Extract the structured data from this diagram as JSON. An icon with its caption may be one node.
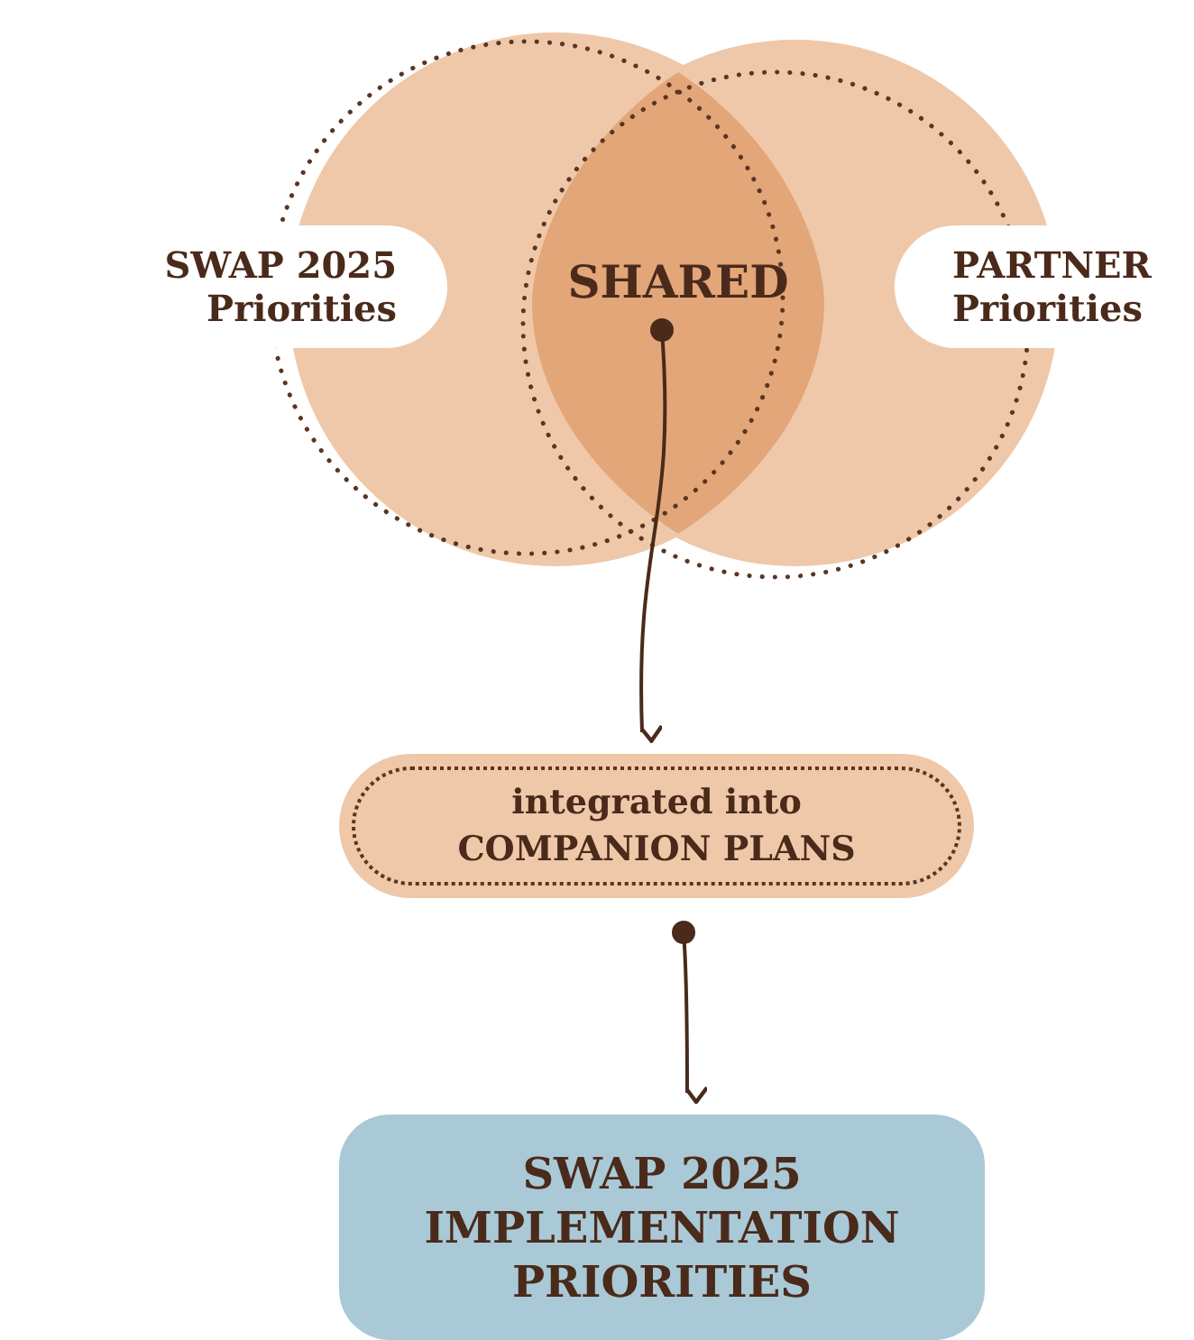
{
  "diagram": {
    "nodes": [
      {
        "text": [
          "SWAP 2025 Priorities"
        ]
      },
      {
        "text": [
          "PARTNER Priorities"
        ]
      },
      {
        "text": [
          "SHARED"
        ]
      },
      {
        "text": [
          "integrated into COMPANION PLANS"
        ]
      },
      {
        "text": [
          "SWAP 2025 IMPLEMENTATION PRIORITIES"
        ]
      }
    ],
    "edges": [
      {
        "from": 2,
        "to": 3,
        "arrow": "to"
      },
      {
        "from": 3,
        "to": 4,
        "arrow": "to"
      }
    ]
  }
}
